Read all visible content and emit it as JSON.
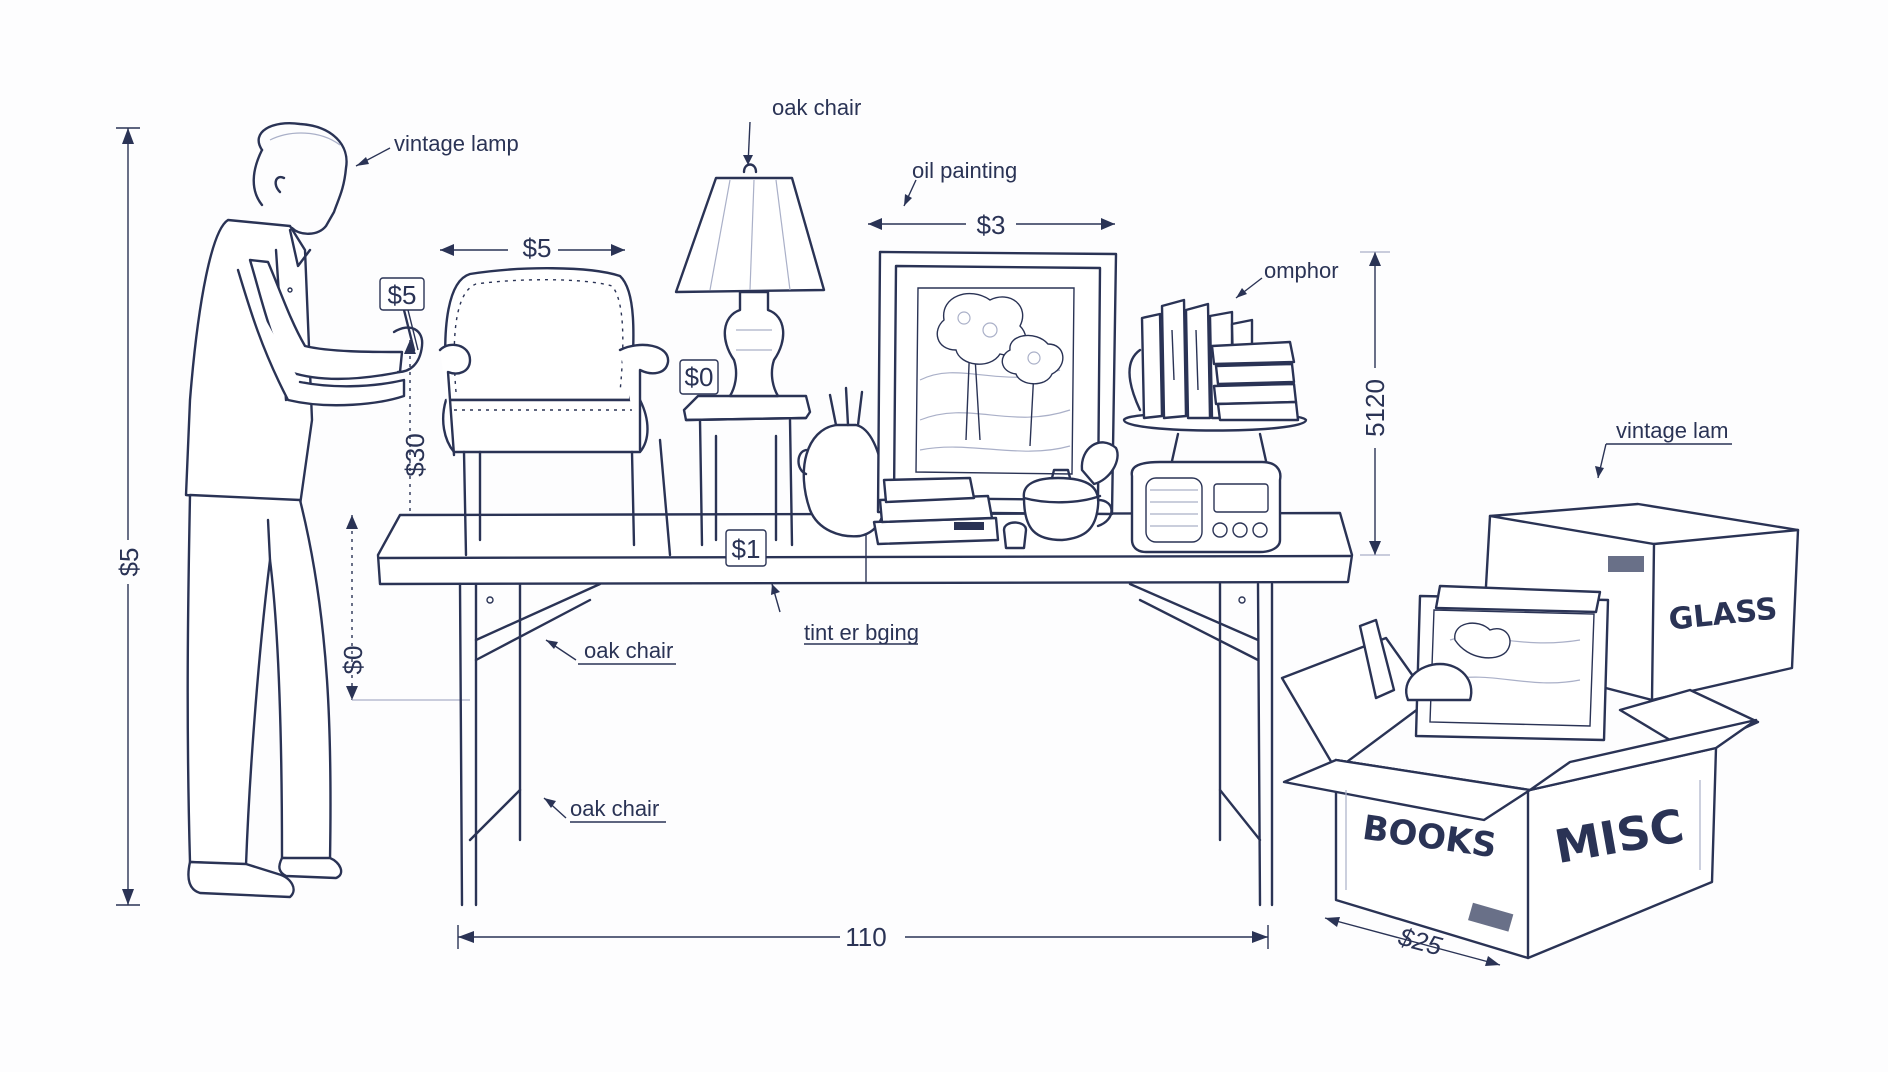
{
  "colors": {
    "ink": "#2a3355",
    "background": "#fdfdfe"
  },
  "callouts": {
    "vintage_lamp_top": "vintage lamp",
    "oak_chair_top": "oak chair",
    "oil_painting": "oil painting",
    "omphor": "omphor",
    "vintage_lam_right": "vintage lam",
    "tint_er_bging": "tint er bging",
    "oak_chair_mid": "oak chair",
    "oak_chair_low": "oak chair"
  },
  "prices": {
    "chair_width": "$5",
    "hand_tag": "$5",
    "side_table_tag": "$0",
    "painting_width": "$3",
    "table_tag": "$1",
    "chair_height": "$30",
    "person_height": "$5",
    "table_leg_height": "$0",
    "shelf_height": "5120",
    "box_width": "$25",
    "table_width": "110"
  },
  "boxes": {
    "books": "BOOKS",
    "misc": "MISC",
    "glass": "GLASS"
  }
}
